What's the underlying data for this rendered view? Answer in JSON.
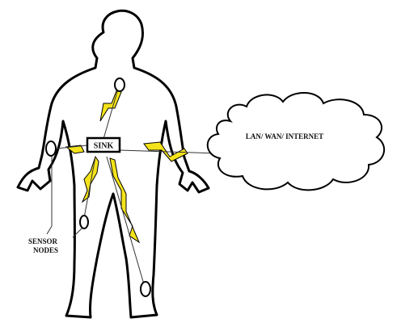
{
  "diagram": {
    "sink_label": "SINK",
    "network_label": "LAN/ WAN/ INTERNET",
    "sensor_label_line1": "SENSOR",
    "sensor_label_line2": "NODES"
  },
  "colors": {
    "outline": "#000000",
    "signal": "#f4e31a",
    "background": "#ffffff"
  }
}
